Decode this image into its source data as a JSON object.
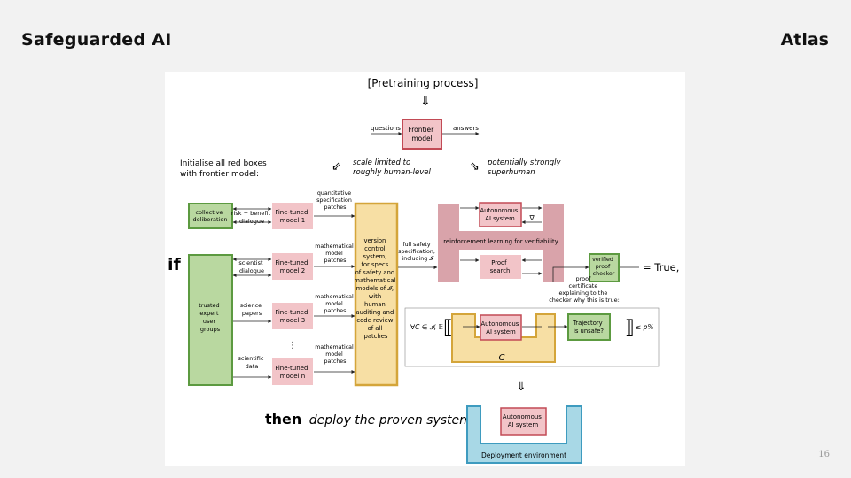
{
  "slide": {
    "title": "Safeguarded AI",
    "brand": "Atlas",
    "page": "16"
  },
  "diagram": {
    "pretraining": "[Pretraining process]",
    "down_arrow": "⇓",
    "questions": "questions",
    "answers": "answers",
    "frontier_model": [
      "Frontier",
      "model"
    ],
    "init_text": [
      "Initialise all red boxes",
      "with frontier model:"
    ],
    "scale_limited": [
      "scale limited to",
      "roughly human-level"
    ],
    "superhuman": [
      "potentially strongly",
      "superhuman"
    ],
    "diag_arrow_left": "⇙",
    "diag_arrow_right": "⇘",
    "collective": [
      "collective",
      "deliberation"
    ],
    "risk_benefit": [
      "risk + benefit",
      "dialogue"
    ],
    "if_label": "if",
    "trusted_groups": [
      "trusted",
      "expert",
      "user",
      "groups"
    ],
    "scientist_dialogue": [
      "scientist",
      "dialogue"
    ],
    "science_papers": [
      "science",
      "papers"
    ],
    "scientific_data": [
      "scientific",
      "data"
    ],
    "vdots": "⋮",
    "fine_tuned_1": [
      "Fine-tuned",
      "model 1"
    ],
    "fine_tuned_2": [
      "Fine-tuned",
      "model 2"
    ],
    "fine_tuned_3": [
      "Fine-tuned",
      "model 3"
    ],
    "fine_tuned_n": [
      "Fine-tuned",
      "model n"
    ],
    "quant_patches": [
      "quantitative",
      "specification",
      "patches"
    ],
    "math_patches": [
      "mathematical",
      "model",
      "patches"
    ],
    "version_control": [
      "version",
      "control",
      "system,",
      "for specs",
      "of safety and",
      "mathematical",
      "models of 𝓘,",
      "with",
      "human",
      "auditing and",
      "code review",
      "of all",
      "patches"
    ],
    "full_safety": [
      "full safety",
      "specification,",
      "including 𝓘"
    ],
    "autonomous_ai": [
      "Autonomous",
      "AI system"
    ],
    "nabla": "∇",
    "rl_label": "reinforcement learning for verifiability",
    "proof_search": [
      "Proof",
      "search"
    ],
    "verified_checker": [
      "verified",
      "proof",
      "checker"
    ],
    "equals_true": "= True,",
    "proof_certificate": [
      "proof",
      "certificate",
      "explaining to the",
      "checker why this is true:"
    ],
    "forall_expr": "∀C ∈ 𝓘, 𝔼",
    "trajectory_unsafe": [
      "Trajectory",
      "is unsafe?"
    ],
    "le_p": "≤ p%",
    "c_label": "C",
    "then_label": "then",
    "deploy_label": "deploy the proven system:",
    "deployment_env": "Deployment environment"
  }
}
